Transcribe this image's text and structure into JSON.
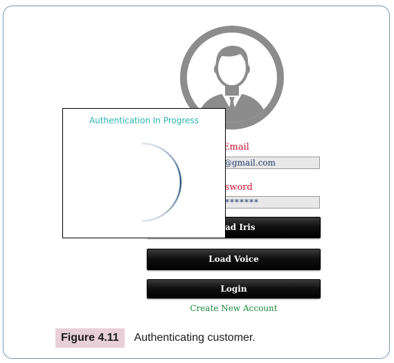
{
  "login_form": {
    "email_label": "Email",
    "email_value": "@gmail.com",
    "password_label": "ssword",
    "password_value": "*******",
    "load_iris_label": "ad Iris",
    "load_voice_label": "Load Voice",
    "login_label": "Login",
    "create_account_label": "Create New Account"
  },
  "dialog": {
    "title": "Authentication In Progress"
  },
  "caption": {
    "label": "Figure 4.11",
    "text": "Authenticating customer."
  },
  "colors": {
    "field_label": "#c8102e",
    "link": "#1a8a3c",
    "dialog_title": "#2bb3b0",
    "spinner": "#1f4e79",
    "avatar": "#8c8c8c"
  },
  "icons": {
    "avatar": "user-avatar-icon",
    "spinner": "loading-spinner-icon"
  }
}
